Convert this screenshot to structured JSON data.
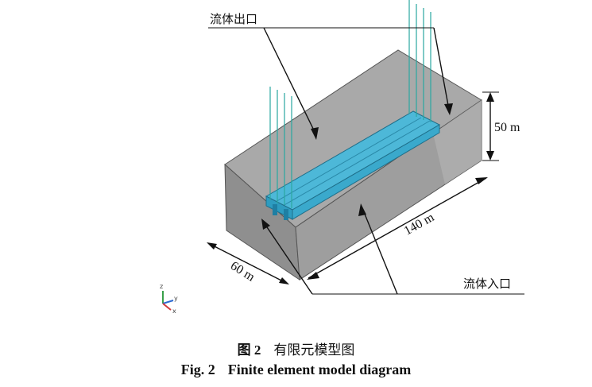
{
  "labels": {
    "outlet": "流体出口",
    "inlet": "流体入口",
    "height": "50 m",
    "length": "140 m",
    "width": "60 m"
  },
  "axes": {
    "z": "z",
    "y": "y",
    "x": "x"
  },
  "caption": {
    "cn_fig": "图 2",
    "cn_title": "有限元模型图",
    "en_fig": "Fig. 2",
    "en_title": "Finite element model diagram"
  },
  "colors": {
    "domain_front": "#9d9d9d",
    "domain_right": "#b4b4b4",
    "domain_top": "#a8a8a8",
    "bridge": "#3fb0d2",
    "cables": "#2aa7a0",
    "axis_z": "#3aa04a",
    "axis_y": "#2c6ad1",
    "axis_x": "#d03a3a"
  }
}
